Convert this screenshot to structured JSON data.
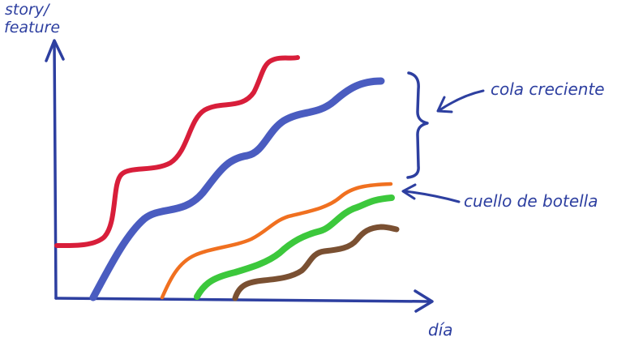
{
  "diagram": {
    "y_axis_label_line1": "story/",
    "y_axis_label_line2": "feature",
    "x_axis_label": "día",
    "annotation_top": "cola creciente",
    "annotation_bottom": "cuello de botella",
    "colors": {
      "ink": "#2d3fa0",
      "red": "#d81e3a",
      "blue": "#4a5cc0",
      "orange": "#f07020",
      "green": "#3cc83c",
      "brown": "#7a5032"
    },
    "curves": [
      "red",
      "blue",
      "orange",
      "green",
      "brown"
    ]
  }
}
